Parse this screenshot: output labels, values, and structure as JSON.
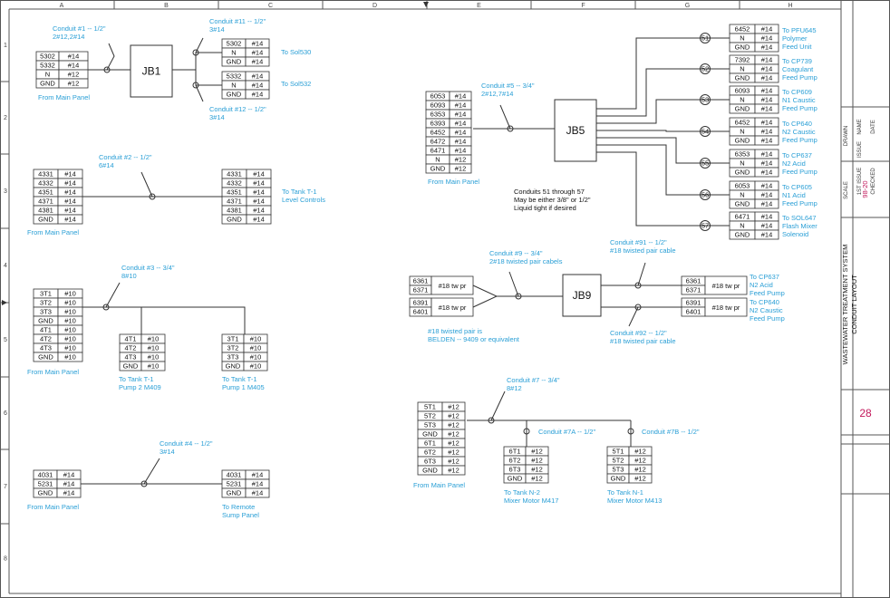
{
  "grid": {
    "cols": [
      "A",
      "B",
      "C",
      "D",
      "E",
      "F",
      "G",
      "H"
    ],
    "rows": [
      "1",
      "2",
      "3",
      "4",
      "5",
      "6",
      "7",
      "8"
    ]
  },
  "title_block": {
    "title_lines": [
      "WASTEWATER TREATMENT SYSTEM",
      "CONDUIT LAYOUT"
    ],
    "drawing_no": "98-20",
    "sheet_no": "28",
    "small": [
      "NAME",
      "DATE",
      "ISSUE",
      "1ST ISSUE",
      "CHECKED",
      "DRAWN",
      "SCALE"
    ]
  },
  "colors": {
    "cyan": "#2a9fd6",
    "line": "#333333",
    "accent": "#c2185b"
  },
  "junction_boxes": [
    "JB1",
    "JB5",
    "JB9"
  ],
  "tables": [
    {
      "id": "t1",
      "rows": [
        [
          "5302",
          "#14"
        ],
        [
          "5332",
          "#14"
        ],
        [
          "N",
          "#12"
        ],
        [
          "GND",
          "#12"
        ]
      ]
    },
    {
      "id": "t2",
      "rows": [
        [
          "5302",
          "#14"
        ],
        [
          "N",
          "#14"
        ],
        [
          "GND",
          "#14"
        ]
      ]
    },
    {
      "id": "t3",
      "rows": [
        [
          "5332",
          "#14"
        ],
        [
          "N",
          "#14"
        ],
        [
          "GND",
          "#14"
        ]
      ]
    },
    {
      "id": "t4",
      "rows": [
        [
          "4331",
          "#14"
        ],
        [
          "4332",
          "#14"
        ],
        [
          "4351",
          "#14"
        ],
        [
          "4371",
          "#14"
        ],
        [
          "4381",
          "#14"
        ],
        [
          "GND",
          "#14"
        ]
      ]
    },
    {
      "id": "t5",
      "rows": [
        [
          "4331",
          "#14"
        ],
        [
          "4332",
          "#14"
        ],
        [
          "4351",
          "#14"
        ],
        [
          "4371",
          "#14"
        ],
        [
          "4381",
          "#14"
        ],
        [
          "GND",
          "#14"
        ]
      ]
    },
    {
      "id": "t6",
      "rows": [
        [
          "3T1",
          "#10"
        ],
        [
          "3T2",
          "#10"
        ],
        [
          "3T3",
          "#10"
        ],
        [
          "GND",
          "#10"
        ],
        [
          "4T1",
          "#10"
        ],
        [
          "4T2",
          "#10"
        ],
        [
          "4T3",
          "#10"
        ],
        [
          "GND",
          "#10"
        ]
      ]
    },
    {
      "id": "t7",
      "rows": [
        [
          "4T1",
          "#10"
        ],
        [
          "4T2",
          "#10"
        ],
        [
          "4T3",
          "#10"
        ],
        [
          "GND",
          "#10"
        ]
      ]
    },
    {
      "id": "t8",
      "rows": [
        [
          "3T1",
          "#10"
        ],
        [
          "3T2",
          "#10"
        ],
        [
          "3T3",
          "#10"
        ],
        [
          "GND",
          "#10"
        ]
      ]
    },
    {
      "id": "t9",
      "rows": [
        [
          "4031",
          "#14"
        ],
        [
          "5231",
          "#14"
        ],
        [
          "GND",
          "#14"
        ]
      ]
    },
    {
      "id": "t10",
      "rows": [
        [
          "4031",
          "#14"
        ],
        [
          "5231",
          "#14"
        ],
        [
          "GND",
          "#14"
        ]
      ]
    },
    {
      "id": "t11",
      "rows": [
        [
          "6053",
          "#14"
        ],
        [
          "6093",
          "#14"
        ],
        [
          "6353",
          "#14"
        ],
        [
          "6393",
          "#14"
        ],
        [
          "6452",
          "#14"
        ],
        [
          "6472",
          "#14"
        ],
        [
          "6471",
          "#14"
        ],
        [
          "N",
          "#12"
        ],
        [
          "GND",
          "#12"
        ]
      ]
    },
    {
      "id": "t12",
      "rows": [
        [
          "6452",
          "#14"
        ],
        [
          "N",
          "#14"
        ],
        [
          "GND",
          "#14"
        ]
      ]
    },
    {
      "id": "t13",
      "rows": [
        [
          "7392",
          "#14"
        ],
        [
          "N",
          "#14"
        ],
        [
          "GND",
          "#14"
        ]
      ]
    },
    {
      "id": "t14",
      "rows": [
        [
          "6093",
          "#14"
        ],
        [
          "N",
          "#14"
        ],
        [
          "GND",
          "#14"
        ]
      ]
    },
    {
      "id": "t15",
      "rows": [
        [
          "6452",
          "#14"
        ],
        [
          "N",
          "#14"
        ],
        [
          "GND",
          "#14"
        ]
      ]
    },
    {
      "id": "t16",
      "rows": [
        [
          "6353",
          "#14"
        ],
        [
          "N",
          "#14"
        ],
        [
          "GND",
          "#14"
        ]
      ]
    },
    {
      "id": "t17",
      "rows": [
        [
          "6053",
          "#14"
        ],
        [
          "N",
          "#14"
        ],
        [
          "GND",
          "#14"
        ]
      ]
    },
    {
      "id": "t18",
      "rows": [
        [
          "6471",
          "#14"
        ],
        [
          "N",
          "#14"
        ],
        [
          "GND",
          "#14"
        ]
      ]
    },
    {
      "id": "t19",
      "rows": [
        [
          "6361",
          "#18 tw pr"
        ],
        [
          "6371",
          ""
        ]
      ]
    },
    {
      "id": "t20",
      "rows": [
        [
          "6391",
          "#18 tw pr"
        ],
        [
          "6401",
          ""
        ]
      ]
    },
    {
      "id": "t21",
      "rows": [
        [
          "6361",
          "#18 tw pr"
        ],
        [
          "6371",
          ""
        ]
      ]
    },
    {
      "id": "t22",
      "rows": [
        [
          "6391",
          "#18 tw pr"
        ],
        [
          "6401",
          ""
        ]
      ]
    },
    {
      "id": "t23",
      "rows": [
        [
          "5T1",
          "#12"
        ],
        [
          "5T2",
          "#12"
        ],
        [
          "5T3",
          "#12"
        ],
        [
          "GND",
          "#12"
        ],
        [
          "6T1",
          "#12"
        ],
        [
          "6T2",
          "#12"
        ],
        [
          "6T3",
          "#12"
        ],
        [
          "GND",
          "#12"
        ]
      ]
    },
    {
      "id": "t24",
      "rows": [
        [
          "6T1",
          "#12"
        ],
        [
          "6T2",
          "#12"
        ],
        [
          "6T3",
          "#12"
        ],
        [
          "GND",
          "#12"
        ]
      ]
    },
    {
      "id": "t25",
      "rows": [
        [
          "5T1",
          "#12"
        ],
        [
          "5T2",
          "#12"
        ],
        [
          "5T3",
          "#12"
        ],
        [
          "GND",
          "#12"
        ]
      ]
    }
  ],
  "conduit_numbers": [
    "51",
    "52",
    "53",
    "54",
    "55",
    "56",
    "57"
  ],
  "labels": [
    {
      "id": "l1",
      "lines": [
        "Conduit #1 -- 1/2\"",
        "2#12,2#14"
      ]
    },
    {
      "id": "l2",
      "lines": [
        "Conduit #11 -- 1/2\"",
        "3#14"
      ]
    },
    {
      "id": "l3",
      "lines": [
        "Conduit #12 -- 1/2\"",
        "3#14"
      ]
    },
    {
      "id": "l4",
      "lines": [
        "To Sol530"
      ]
    },
    {
      "id": "l5",
      "lines": [
        "To Sol532"
      ]
    },
    {
      "id": "l6",
      "lines": [
        "From Main Panel"
      ]
    },
    {
      "id": "l7",
      "lines": [
        "Conduit #2 -- 1/2\"",
        "6#14"
      ]
    },
    {
      "id": "l8",
      "lines": [
        "To Tank T-1",
        "Level Controls"
      ]
    },
    {
      "id": "l9",
      "lines": [
        "From Main Panel"
      ]
    },
    {
      "id": "l10",
      "lines": [
        "Conduit #3 -- 3/4\"",
        "8#10"
      ]
    },
    {
      "id": "l11",
      "lines": [
        "From Main Panel"
      ]
    },
    {
      "id": "l12",
      "lines": [
        "To Tank T-1",
        "Pump 2 M409"
      ]
    },
    {
      "id": "l13",
      "lines": [
        "To Tank T-1",
        "Pump 1 M405"
      ]
    },
    {
      "id": "l14",
      "lines": [
        "Conduit #4 -- 1/2\"",
        "3#14"
      ]
    },
    {
      "id": "l15",
      "lines": [
        "From Main Panel"
      ]
    },
    {
      "id": "l16",
      "lines": [
        "To Remote",
        "Sump Panel"
      ]
    },
    {
      "id": "l17",
      "lines": [
        "Conduit #5 -- 3/4\"",
        "2#12,7#14"
      ]
    },
    {
      "id": "l18",
      "lines": [
        "From Main Panel"
      ]
    },
    {
      "id": "l19",
      "lines": [
        "Conduits 51 through 57",
        "May be either 3/8\" or 1/2\"",
        "Liquid tight if desired"
      ]
    },
    {
      "id": "l20",
      "lines": [
        "To PFU645",
        "Polymer",
        "Feed Unit"
      ]
    },
    {
      "id": "l21",
      "lines": [
        "To CP739",
        "Coagulant",
        "Feed Pump"
      ]
    },
    {
      "id": "l22",
      "lines": [
        "To CP609",
        "N1 Caustic",
        "Feed Pump"
      ]
    },
    {
      "id": "l23",
      "lines": [
        "To CP640",
        "N2 Caustic",
        "Feed Pump"
      ]
    },
    {
      "id": "l24",
      "lines": [
        "To CP637",
        "N2 Acid",
        "Feed Pump"
      ]
    },
    {
      "id": "l25",
      "lines": [
        "To CP605",
        "N1 Acid",
        "Feed Pump"
      ]
    },
    {
      "id": "l26",
      "lines": [
        "To SOL647",
        "Flash Mixer",
        "Solenoid"
      ]
    },
    {
      "id": "l27",
      "lines": [
        "Conduit #9 -- 3/4\"",
        "2#18 twisted pair cabels"
      ]
    },
    {
      "id": "l28",
      "lines": [
        "Conduit #91 -- 1/2\"",
        "#18 twisted pair cable"
      ]
    },
    {
      "id": "l29",
      "lines": [
        "Conduit #92 -- 1/2\"",
        "#18 twisted pair cable"
      ]
    },
    {
      "id": "l30",
      "lines": [
        "To CP637",
        "N2 Acid",
        "Feed Pump"
      ]
    },
    {
      "id": "l31",
      "lines": [
        "To CP640",
        "N2 Caustic",
        "Feed Pump"
      ]
    },
    {
      "id": "l32",
      "lines": [
        "#18 twisted pair is",
        "BELDEN -- 9409 or equivalent"
      ]
    },
    {
      "id": "l33",
      "lines": [
        "Conduit #7 -- 3/4\"",
        "8#12"
      ]
    },
    {
      "id": "l34",
      "lines": [
        "Conduit #7A -- 1/2\""
      ]
    },
    {
      "id": "l35",
      "lines": [
        "Conduit #7B -- 1/2\""
      ]
    },
    {
      "id": "l36",
      "lines": [
        "From Main Panel"
      ]
    },
    {
      "id": "l37",
      "lines": [
        "To Tank N-2",
        "Mixer Motor M417"
      ]
    },
    {
      "id": "l38",
      "lines": [
        "To Tank N-1",
        "Mixer Motor M413"
      ]
    }
  ]
}
